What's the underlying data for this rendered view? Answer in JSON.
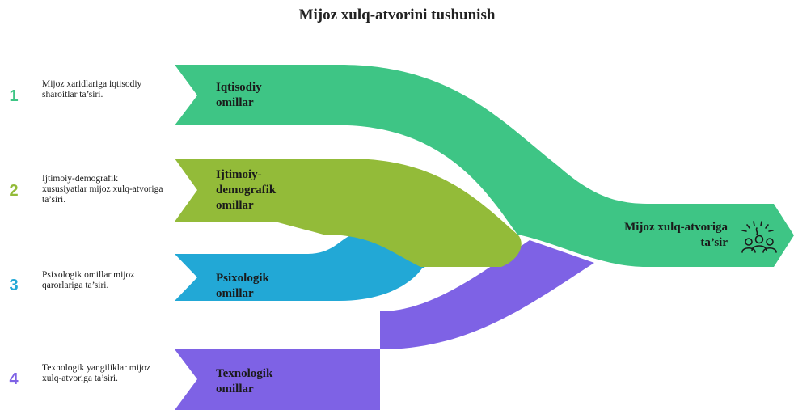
{
  "title": "Mijoz xulq-atvorini tushunish",
  "colors": {
    "economic": "#3ec585",
    "socio": "#93bb39",
    "psych": "#22a8d6",
    "tech": "#7e62e5"
  },
  "items": [
    {
      "number": "1",
      "description": "Mijoz xaridlariga iqtisodiy sharoitlar ta’siri.",
      "label": "Iqtisodiy omillar"
    },
    {
      "number": "2",
      "description": "Ijtimoiy-demografik xususiyatlar mijoz xulq-atvoriga ta’siri.",
      "label": "Ijtimoiy-demografik omillar"
    },
    {
      "number": "3",
      "description": "Psixologik omillar mijoz qarorlariga ta’siri.",
      "label": "Psixologik omillar"
    },
    {
      "number": "4",
      "description": "Texnologik yangiliklar mijoz xulq-atvoriga ta’siri.",
      "label": "Texnologik omillar"
    }
  ],
  "output": {
    "label": "Mijoz xulq-atvoriga ta’sir",
    "icon": "crowd-celebration-icon"
  }
}
